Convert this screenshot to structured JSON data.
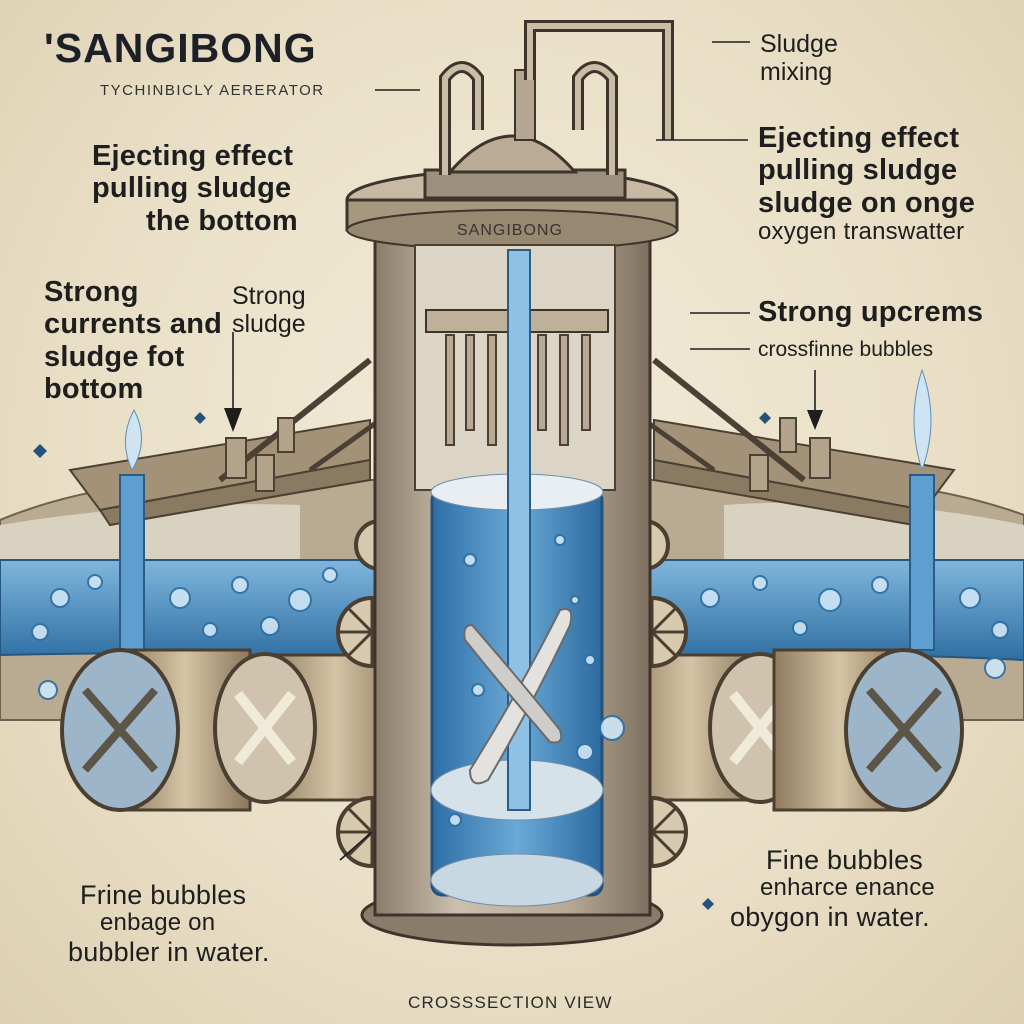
{
  "title": "'SANGIBONG",
  "subtitle": "TYCHINBICLY AERERATOR",
  "tank_label": "SANGIBONG",
  "caption": "CROSSSECTION VIEW",
  "labels": {
    "sludge_mixing": [
      "Sludge",
      "mixing"
    ],
    "ejecting_left": [
      "Ejecting effect",
      "pulling sludge",
      "the bottom"
    ],
    "strong_currents": [
      "Strong",
      "currents and",
      "sludge fot",
      "bottom"
    ],
    "strong_sludge": [
      "Strong",
      "sludge"
    ],
    "ejecting_right": [
      "Ejecting effect",
      "pulling sludge",
      "sludge on onge",
      "oxygen transwatter"
    ],
    "strong_upstreams": "Strong upcrems",
    "crossfine_bubbles": "crossfinne bubbles",
    "fine_left": [
      "Frine bubbles",
      "enbage on",
      "bubbler in water."
    ],
    "fine_right": [
      "Fine bubbles",
      "enharce enance",
      "obygon in water."
    ]
  },
  "colors": {
    "background": "#ece3cc",
    "water": "#3f86b8",
    "metal": "#9d8f7d",
    "ink": "#1e1e1e"
  }
}
